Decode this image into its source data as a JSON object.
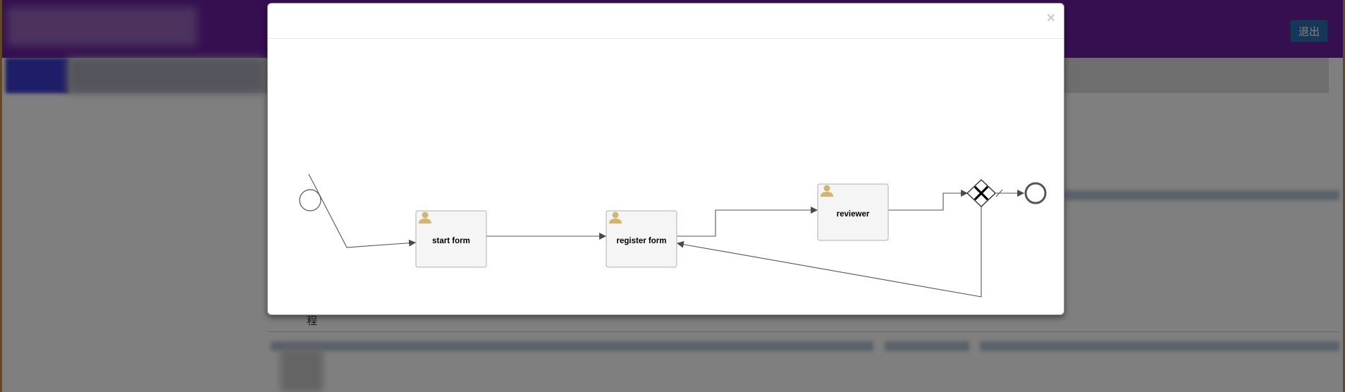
{
  "header": {
    "logout_label": "退出"
  },
  "background": {
    "partial_label": "程"
  },
  "modal": {
    "close_symbol": "×",
    "diagram": {
      "tasks": [
        {
          "id": "start_form",
          "label": "start form",
          "icon": "user-icon"
        },
        {
          "id": "register_form",
          "label": "register form",
          "icon": "user-icon"
        },
        {
          "id": "reviewer",
          "label": "reviewer",
          "icon": "user-icon"
        }
      ],
      "start_event": "start-event",
      "gateway": "exclusive-gateway",
      "end_event": "end-event"
    }
  },
  "colors": {
    "header_bg": "#6c1fa0",
    "logout_bg": "#2f6fb0",
    "task_fill": "#f5f5f5",
    "user_icon": "#d1b574"
  }
}
